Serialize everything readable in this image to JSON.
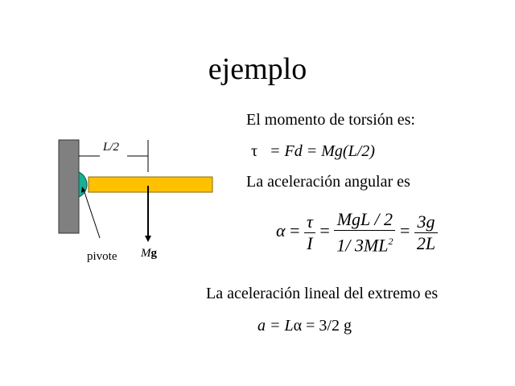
{
  "slide": {
    "title": "ejemplo",
    "lines": {
      "torque_intro": "El momento de torsión es:",
      "torque_tau": "τ",
      "torque_eq": "= Fd = Mg(L/2)",
      "angular_intro": "La aceleración angular es",
      "linear_intro": "La aceleración lineal del extremo es",
      "linear_eq_a": "a",
      "linear_eq_rest": "= L",
      "linear_eq_alpha": "α",
      "linear_eq_value": "= 3/2 g"
    },
    "formula": {
      "alpha": "α",
      "eq": "=",
      "f1_num": "τ",
      "f1_den": "I",
      "f2_num": "MgL / 2",
      "f2_den": "1/ 3ML",
      "f2_den_sup": "2",
      "f3_num": "3g",
      "f3_den": "2L"
    }
  },
  "diagram": {
    "length_label": "L/2",
    "pivot_label": "pivote",
    "weight_label_M": "M",
    "weight_label_g": "g",
    "colors": {
      "wall": "#808080",
      "rod": "#FFC000",
      "pivot": "#1AAE96"
    }
  }
}
